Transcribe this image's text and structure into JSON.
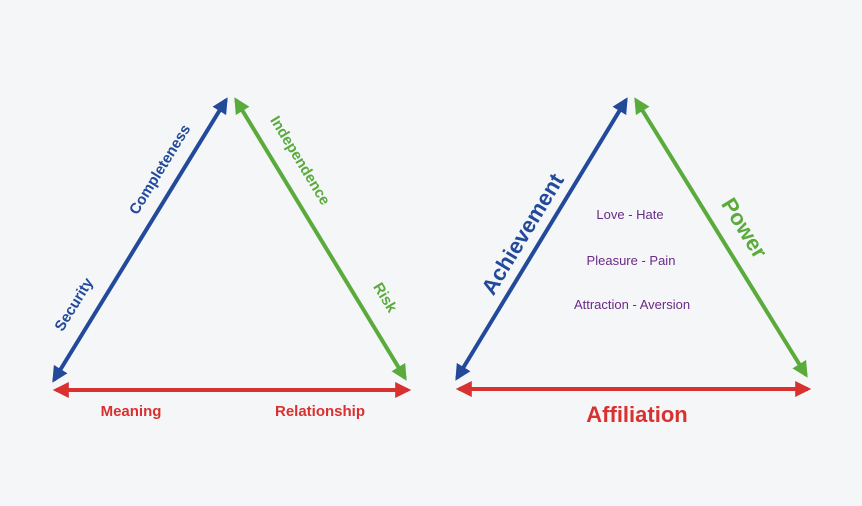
{
  "colors": {
    "background": "#f4f6f8",
    "blue": "#22499a",
    "green": "#5aab3c",
    "red": "#d93030",
    "purple": "#6a2a86"
  },
  "left_triangle": {
    "blue_side_labels": [
      "Security",
      "Completeness"
    ],
    "green_side_labels": [
      "Independence",
      "Risk"
    ],
    "red_base_labels": [
      "Meaning",
      "Relationship"
    ]
  },
  "right_triangle": {
    "blue_side_label": "Achievement",
    "green_side_label": "Power",
    "red_base_label": "Affiliation",
    "center_items": [
      "Love - Hate",
      "Pleasure - Pain",
      "Attraction - Aversion"
    ]
  }
}
